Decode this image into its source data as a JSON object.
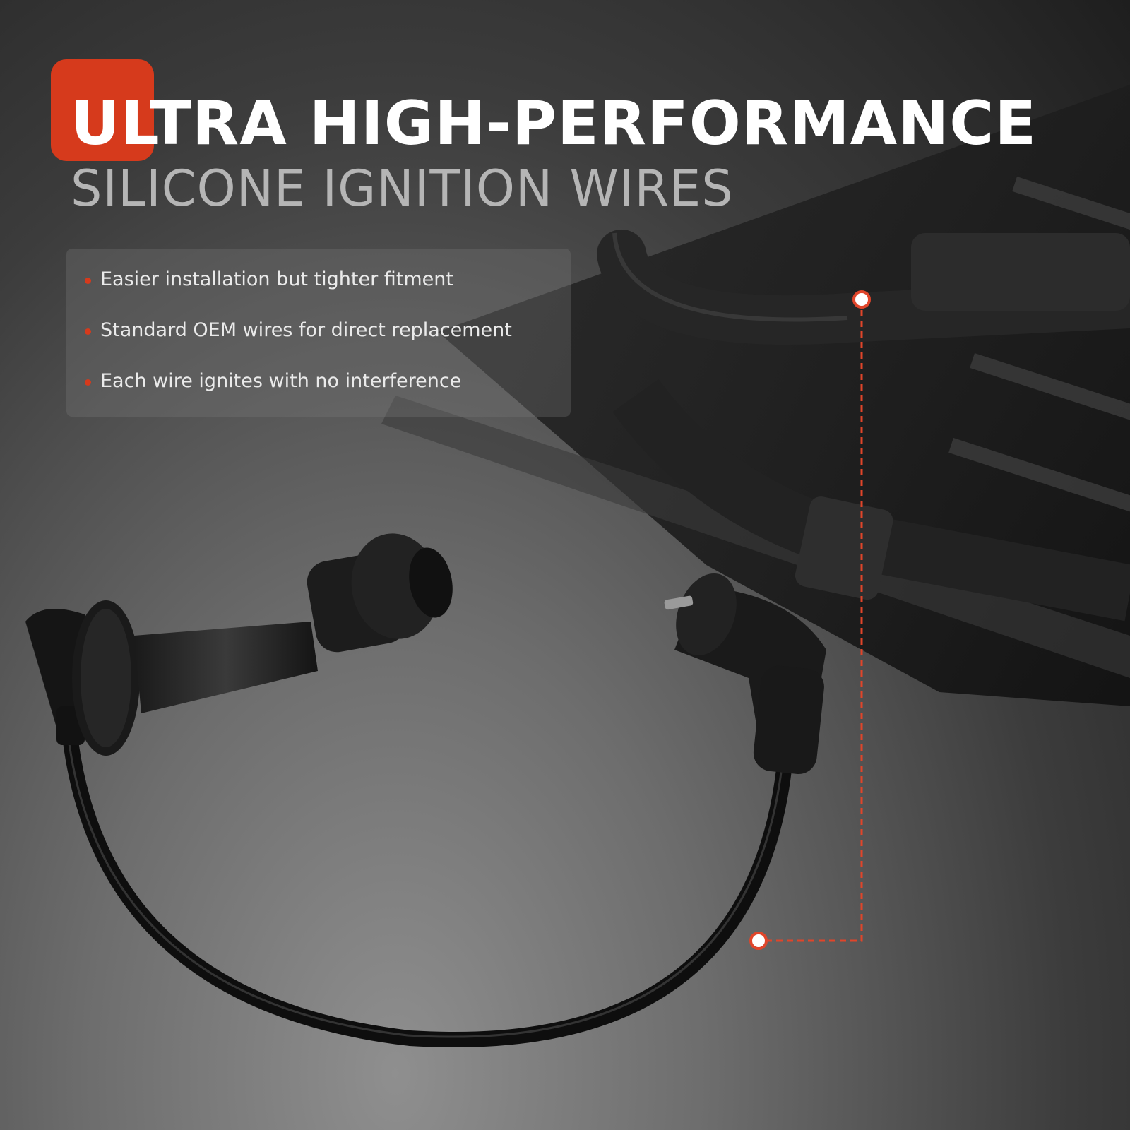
{
  "header": {
    "title": "ULTRA HIGH-PERFORMANCE",
    "subtitle": "SILICONE IGNITION WIRES"
  },
  "features": [
    "Easier installation but tighter fitment",
    "Standard OEM wires for direct replacement",
    "Each wire ignites with no interference"
  ],
  "colors": {
    "accent": "#d63a1c",
    "callout_line": "#e0452a",
    "title_text": "#ffffff",
    "subtitle_text": "#b5b5b5"
  },
  "icons": [
    "bullet-icon",
    "callout-dot-icon"
  ]
}
